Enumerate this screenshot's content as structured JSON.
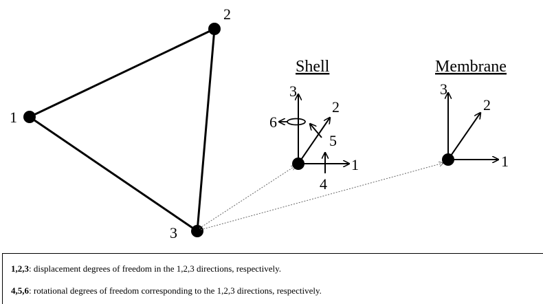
{
  "nodes": [
    {
      "id": "1",
      "label": "1"
    },
    {
      "id": "2",
      "label": "2"
    },
    {
      "id": "3",
      "label": "3"
    }
  ],
  "shell": {
    "heading": "Shell",
    "axes": [
      "1",
      "2",
      "3"
    ],
    "rotations": [
      "4",
      "5",
      "6"
    ]
  },
  "membrane": {
    "heading": "Membrane",
    "axes": [
      "1",
      "2",
      "3"
    ]
  },
  "legend": [
    {
      "key": "1,2,3",
      "text": ": displacement  degrees of freedom  in the 1,2,3 directions, respectively."
    },
    {
      "key": "4,5,6",
      "text": ": rotational  degrees of freedom corresponding to the 1,2,3 directions, respectively."
    }
  ]
}
